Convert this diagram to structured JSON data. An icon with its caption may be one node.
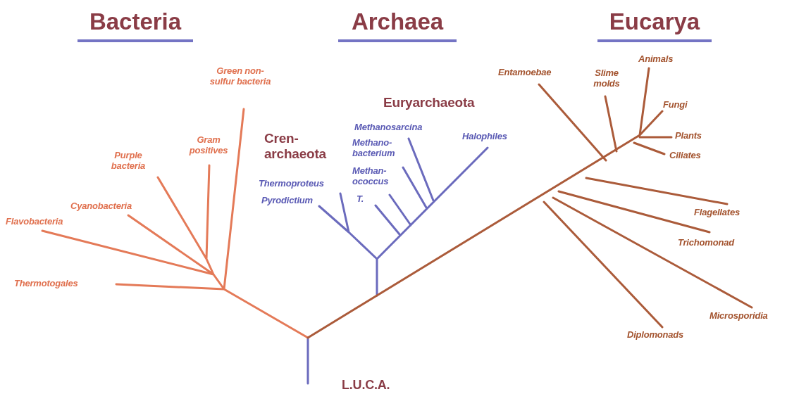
{
  "diagram": {
    "labels": [
      "Bacteria",
      "Archaea",
      "Eucarya",
      "Green non-sulfur bacteria",
      "Entamoebae",
      "Animals",
      "Slime molds",
      "Euryarchaeota",
      "Fungi",
      "Methanosarcina",
      "Halophiles",
      "Gram positives",
      "Cren- archaeota",
      "Methano- bacterium",
      "Plants",
      "Purple bacteria",
      "Ciliates",
      "Methan- ococcus",
      "Thermoproteus",
      "T.",
      "Pyrodictium",
      "Cyanobacteria",
      "Flavobacteria",
      "Flagellates",
      "Trichomonad",
      "Thermotogales",
      "Microsporidia",
      "Diplomonads",
      "L.U.C.A."
    ]
  }
}
